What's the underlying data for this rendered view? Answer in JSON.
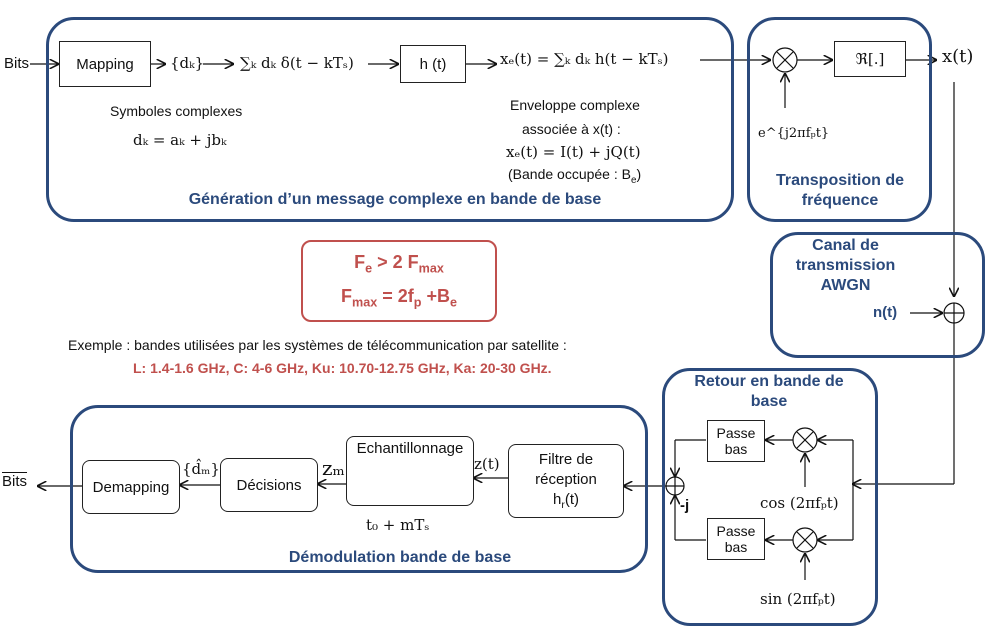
{
  "colors": {
    "group_border": "#2b4a7c",
    "title": "#2b4a7c",
    "accent_red": "#c0504d"
  },
  "inputs": {
    "bits_in": "Bits",
    "bits_out": "Bits"
  },
  "blocks": {
    "mapping": "Mapping",
    "filter_h": "h (t)",
    "real_part": "ℜ[.]",
    "passe_bas_top": "Passe bas",
    "passe_bas_bottom": "Passe bas",
    "echantillonnage": "Echantillonnage",
    "filtre_reception_line1": "Filtre de réception",
    "filtre_reception_line2": "h",
    "filtre_reception_sub": "r",
    "filtre_reception_tail": "(t)",
    "decisions": "Décisions",
    "demapping": "Demapping"
  },
  "math": {
    "dk_set": "{dₖ}",
    "sum_delta": "∑ₖ dₖ δ(t − kTₛ)",
    "xe_def": "xₑ(t) = ∑ₖ dₖ h(t − kTₛ)",
    "x_out": "x(t)",
    "exp_carrier": "e^{j2πfₚt}",
    "dk_def": "dₖ = aₖ + jbₖ",
    "xe_iq": "xₑ(t) = I(t) + jQ(t)",
    "cos": "cos (2πfₚt)",
    "sin": "sin (2πfₚt)",
    "z_t": "z(t)",
    "z_m": "zₘ",
    "dm_hat": "{d̂ₘ}",
    "sample_time": "t₀ + mTₛ",
    "minus_j": "-j",
    "noise": "n(t)"
  },
  "labels": {
    "symboles_complexes": "Symboles complexes",
    "enveloppe_line1": "Enveloppe complexe",
    "enveloppe_line2": "associée à x(t) :",
    "bande_occupee_pre": "(Bande occupée : B",
    "bande_occupee_sub": "e",
    "bande_occupee_post": ")"
  },
  "group_titles": {
    "generation": "Génération d’un message complexe en bande de base",
    "transposition": "Transposition de fréquence",
    "canal": "Canal de transmission AWGN",
    "retour": "Retour en bande de base",
    "demodulation": "Démodulation bande de base"
  },
  "formula_box": {
    "line1_pre": "F",
    "line1_sub": "e",
    "line1_mid": " > 2 F",
    "line1_sub2": "max",
    "line2_pre": "F",
    "line2_sub": "max",
    "line2_mid": " = 2f",
    "line2_sub2": "p",
    "line2_mid2": " +B",
    "line2_sub3": "e"
  },
  "example": {
    "text": "Exemple  : bandes utilisées  par les systèmes de télécommunication  par satellite  :",
    "bands": "L: 1.4-1.6 GHz, C: 4-6 GHz, Ku: 10.70-12.75 GHz, Ka: 20-30 GHz."
  }
}
